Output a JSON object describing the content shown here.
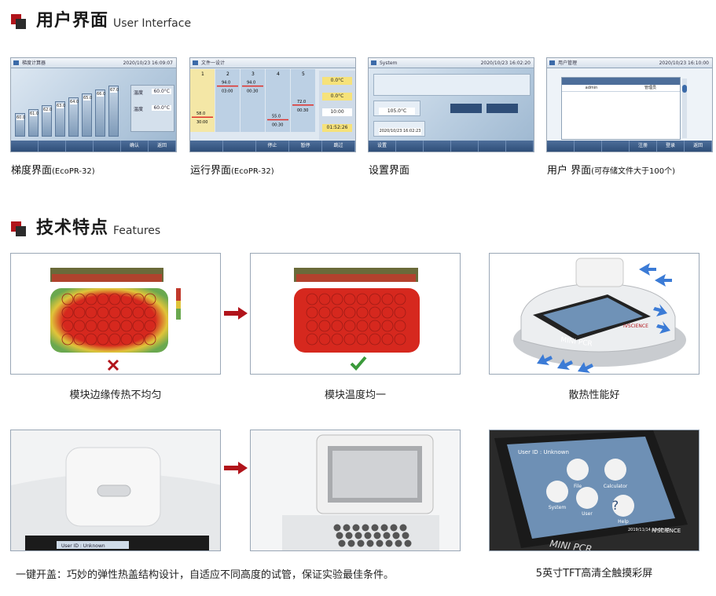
{
  "section1": {
    "title_cn": "用户界面",
    "title_en": "User Interface"
  },
  "section2": {
    "title_cn": "技术特点",
    "title_en": "Features"
  },
  "screens": [
    {
      "caption_main": "梯度界面",
      "caption_sub": "(EcoPR-32)",
      "title": "梯度计算器",
      "time": "2020/10/23 16:09:07",
      "bars": [
        "60.0",
        "61.0",
        "62.0",
        "63.0",
        "64.0",
        "65.0",
        "66.0",
        "67.0"
      ],
      "panel": [
        {
          "k": "温度",
          "v": "60.0°C"
        },
        {
          "k": "温度",
          "v": "60.0°C"
        }
      ],
      "buttons": [
        "",
        "",
        "",
        "",
        "确认",
        "返回"
      ]
    },
    {
      "caption_main": "运行界面",
      "caption_sub": "(EcoPR-32)",
      "title": "文件一设计",
      "steps": [
        "1",
        "2",
        "3",
        "4",
        "5"
      ],
      "temps": [
        "58.0",
        "94.0",
        "94.0",
        "55.0",
        "72.0"
      ],
      "times": [
        "30:00",
        "03:00",
        "00:30",
        "00:30",
        "00:30"
      ],
      "side": [
        "0.0°C",
        "0.0°C",
        "10:00",
        "01:52:26"
      ],
      "buttons": [
        "",
        "",
        "停止",
        "暂停",
        "跳过"
      ]
    },
    {
      "caption_main": "设置界面",
      "caption_sub": "",
      "title": "System",
      "time": "2020/10/23 16:02:20",
      "value": "105.0°C",
      "date": "2020/10/23 16:02:23",
      "buttons": [
        "设置"
      ]
    },
    {
      "caption_main": "用户 界面",
      "caption_sub": "(可存储文件大于100个)",
      "title": "用户管理",
      "time": "2020/10/23 16:10:00",
      "row": [
        "admin",
        "管理员"
      ],
      "buttons": [
        "",
        "",
        "",
        "注册",
        "登录",
        "返回"
      ]
    }
  ],
  "features": [
    {
      "caption": "模块边缘传热不均匀"
    },
    {
      "caption": "模块温度均一"
    },
    {
      "caption": "散热性能好"
    },
    {
      "caption": "一键开盖：巧妙的弹性热盖结构设计，自适应不同高度的试管，保证实验最佳条件。"
    },
    {
      "caption": ""
    },
    {
      "caption": "5英寸TFT高清全触摸彩屏"
    }
  ],
  "device_labels": {
    "brand": "MINI PCR",
    "logo": "IVSCIENCE",
    "user_id": "User ID : Unknown",
    "tiles": [
      "File",
      "Calculator",
      "System",
      "User",
      "Help"
    ],
    "screen_date": "2019/11/14 18:00:23"
  },
  "colors": {
    "accent": "#b1141b",
    "check": "#3a9a3a",
    "cross": "#b1141b"
  }
}
